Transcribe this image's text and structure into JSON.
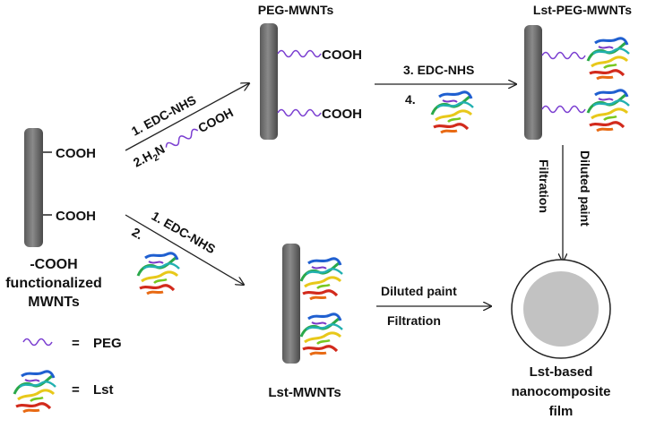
{
  "labels": {
    "peg_mwnts": "PEG-MWNTs",
    "lst_peg_mwnts": "Lst-PEG-MWNTs",
    "lst_mwnts": "Lst-MWNTs",
    "cooh_mwnts_1": "-COOH",
    "cooh_mwnts_2": "functionalized",
    "cooh_mwnts_3": "MWNTs",
    "film_1": "Lst-based",
    "film_2": "nanocomposite",
    "film_3": "film"
  },
  "groups": {
    "cooh": "COOH"
  },
  "steps": {
    "s1": "1. EDC-NHS",
    "s2_prefix": "2.H",
    "s2_sub": "2",
    "s2_n": "N",
    "s2_cooh": "COOH",
    "s3": "3.  EDC-NHS",
    "s4": "4.",
    "s1b": "1.  EDC-NHS",
    "s2b": "2.",
    "diluted": "Diluted paint",
    "filtration": "Filtration",
    "diluted_v": "Diluted paint",
    "filtration_v": "Filtration"
  },
  "legend": {
    "eq1": "=",
    "peg": "PEG",
    "eq2": "=",
    "lst": "Lst"
  }
}
